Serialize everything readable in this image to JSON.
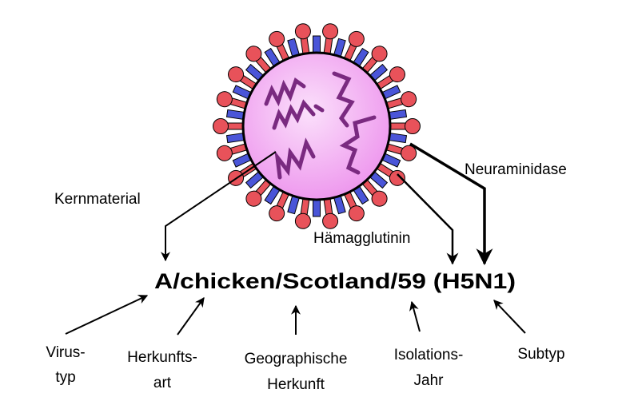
{
  "colors": {
    "capsid": "#ee99ee",
    "capsid_center": "#fbe0fb",
    "rna": "#7a2a80",
    "hemagglutinin": "#e8525a",
    "neuraminidase": "#4a55d8",
    "outline": "#000000"
  },
  "strain_name": "A/chicken/Scotland/59 (H5N1)",
  "top_labels": {
    "core": "Kernmaterial",
    "hemagglutinin": "Hämagglutinin",
    "neuraminidase": "Neuraminidase"
  },
  "bottom_labels": {
    "virus_type": [
      "Virus-",
      "typ"
    ],
    "origin_type": [
      "Herkunfts-",
      "art"
    ],
    "geo_origin": [
      "Geographische",
      "Herkunft"
    ],
    "isolation_year": [
      "Isolations-",
      "Jahr"
    ],
    "subtype": [
      "Subtyp"
    ]
  }
}
